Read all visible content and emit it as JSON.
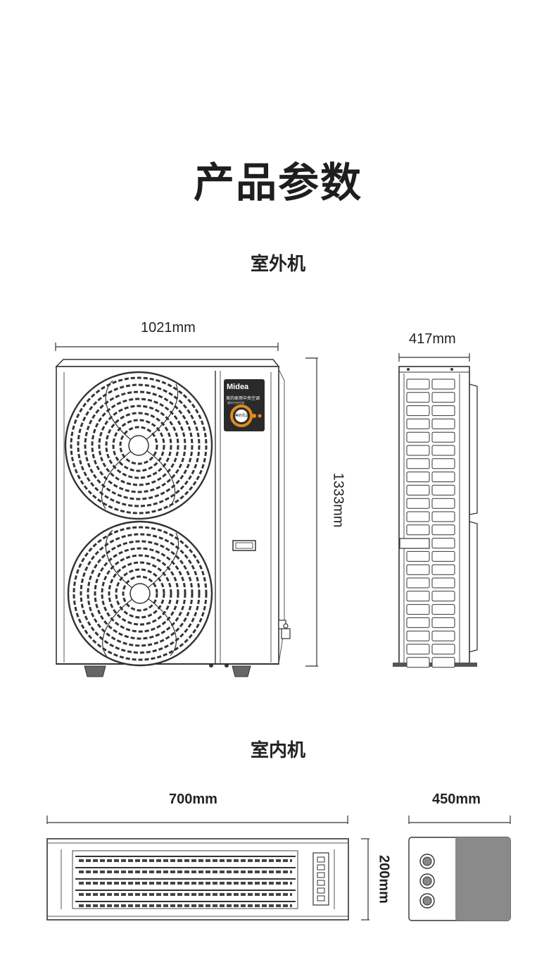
{
  "page": {
    "title": "产品参数"
  },
  "outdoor": {
    "heading": "室外机",
    "width_label": "1021mm",
    "depth_label": "417mm",
    "height_label": "1333mm",
    "brand": "Midea",
    "badge_text": "美的家用中央空调",
    "badge_small": "美的中央空调",
    "badge_seal": "美的优品"
  },
  "indoor": {
    "heading": "室内机",
    "width_label": "700mm",
    "height_label": "200mm",
    "depth_label": "450mm"
  },
  "colors": {
    "line": "#333333",
    "panel_gray": "#8a8a8a",
    "badge_bg": "#2a2a2a",
    "badge_orange": "#e08a1e"
  }
}
